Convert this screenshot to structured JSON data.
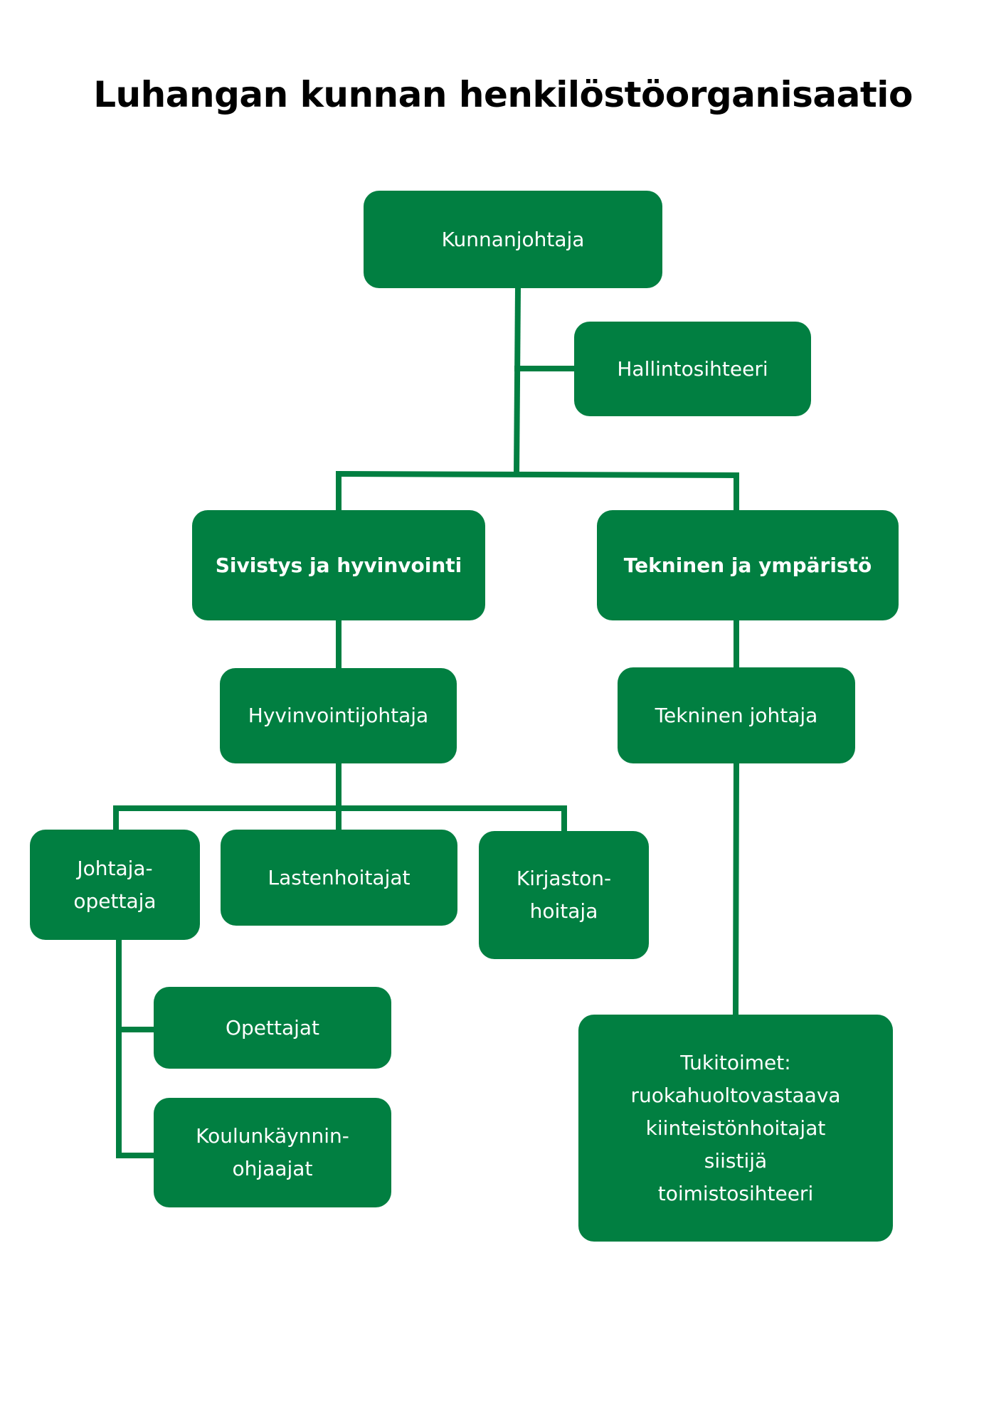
{
  "title": "Luhangan kunnan henkilöstöorganisaatio",
  "colors": {
    "node_fill": "#017F41",
    "connector": "#017F41",
    "text": "#ffffff"
  },
  "nodes": {
    "kunnanjohtaja": "Kunnanjohtaja",
    "hallintosihteeri": "Hallintosihteeri",
    "sivistys": "Sivistys ja hyvinvointi",
    "tekninen_ymparisto": "Tekninen ja ympäristö",
    "hyvinvointijohtaja": "Hyvinvointijohtaja",
    "tekninen_johtaja": "Tekninen johtaja",
    "johtaja_opettaja": "Johtaja-\nopettaja",
    "lastenhoitajat": "Lastenhoitajat",
    "kirjastonhoitaja": "Kirjaston-\nhoitaja",
    "opettajat": "Opettajat",
    "koulunkaynninohjaajat": "Koulunkäynnin-\nohjaajat",
    "tukitoimet": "Tukitoimet:\nruokahuoltovastaava\nkiinteistönhoitajat\nsiistijä\ntoimistosihteeri"
  }
}
